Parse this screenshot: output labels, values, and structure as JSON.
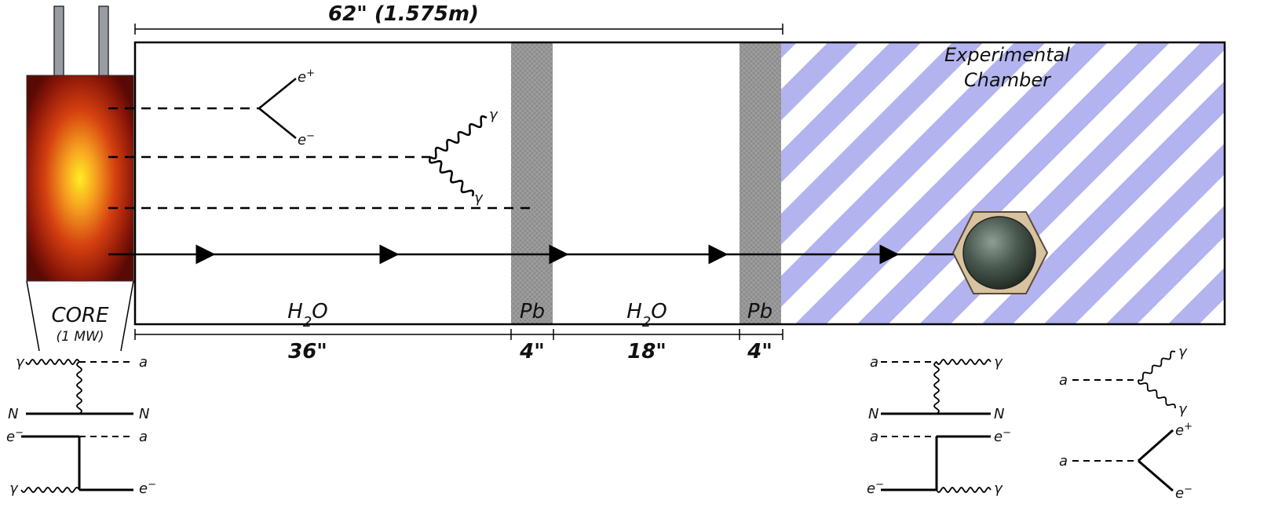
{
  "dimensions": {
    "total": "62\" (1.575m)",
    "water1": "36\"",
    "lead1": "4\"",
    "water2": "18\"",
    "lead2": "4\""
  },
  "materials": {
    "water1": "H2O",
    "lead1": "Pb",
    "water2": "H2O",
    "lead2": "Pb"
  },
  "chamber": {
    "line1": "Experimental",
    "line2": "Chamber"
  },
  "core": {
    "label": "CORE",
    "power": "(1 MW)"
  },
  "particles": {
    "e_plus": "e+",
    "e_minus": "e-",
    "gamma": "γ"
  },
  "production_diagrams": {
    "primakoff": {
      "in_left": "γ",
      "out_right": "a",
      "nucleus_in": "N",
      "nucleus_out": "N"
    },
    "compton": {
      "in_top": "e-",
      "out_top": "a",
      "in_bottom": "γ",
      "out_bottom": "e-"
    }
  },
  "detection_diagrams": {
    "inverse_primakoff": {
      "in_left": "a",
      "out_right": "γ",
      "nucleus_in": "N",
      "nucleus_out": "N"
    },
    "inverse_compton": {
      "in_top": "a",
      "out_top": "e-",
      "in_bottom": "e-",
      "out_bottom": "γ"
    },
    "decay_photons": {
      "in": "a",
      "out_top": "γ",
      "out_bottom": "γ"
    },
    "decay_pair": {
      "in": "a",
      "out_top": "e+",
      "out_bottom": "e-"
    }
  },
  "colors": {
    "stripe": "#b3b3f0",
    "lead": "#8a8a8a",
    "core_center": "#ffee22",
    "core_edge": "#5a0a05",
    "detector": "#3a4a40"
  }
}
